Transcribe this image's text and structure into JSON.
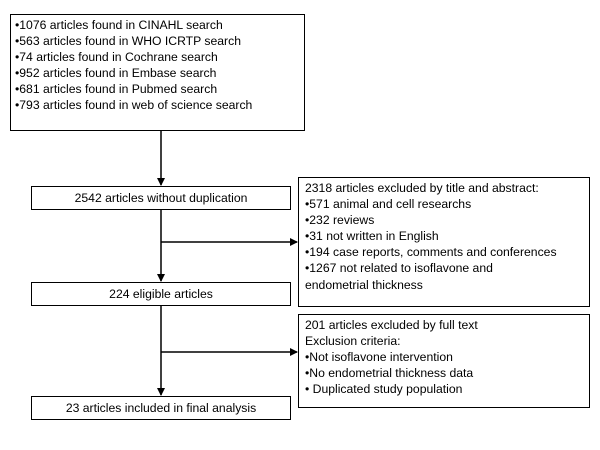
{
  "sources": [
    "•1076 articles found in CINAHL search",
    "•563 articles found in WHO ICRTP search",
    "•74 articles found in Cochrane search",
    "•952 articles found in Embase search",
    "•681 articles found in Pubmed search",
    "•793 articles found in web of science search"
  ],
  "dedup": "2542 articles without duplication",
  "exclusion_title": {
    "heading": "2318 articles excluded by title and abstract:",
    "items": [
      "•571 animal and cell researchs",
      "•232 reviews",
      "•31 not written in English",
      "•194 case reports, comments and conferences",
      "•1267 not related to isoflavone and",
      "endometrial thickness"
    ]
  },
  "eligible": "224 eligible articles",
  "exclusion_fulltext": {
    "heading": "201 articles excluded by full text",
    "criteria_label": "Exclusion criteria:",
    "items": [
      "•Not isoflavone intervention",
      "•No endometrial thickness data",
      "• Duplicated study population"
    ]
  },
  "final": "23 articles included in final analysis"
}
